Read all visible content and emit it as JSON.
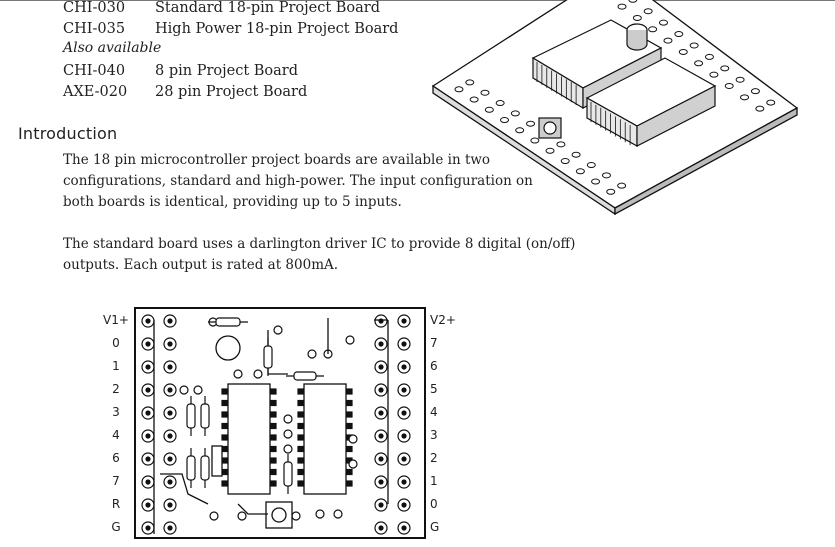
{
  "products": [
    {
      "code": "CHI-030",
      "desc": "Standard 18-pin Project Board"
    },
    {
      "code": "CHI-035",
      "desc": "High Power 18-pin Project Board"
    }
  ],
  "also_available": "Also available",
  "also_products": [
    {
      "code": "CHI-040",
      "desc": "8 pin Project Board"
    },
    {
      "code": "AXE-020",
      "desc": "28 pin Project Board"
    }
  ],
  "heading": "Introduction",
  "paragraph1": [
    "The 18 pin microcontroller project boards are available in two",
    "configurations, standard and high-power.  The input configuration on",
    "both boards is identical, providing up to 5 inputs."
  ],
  "paragraph2": [
    "The standard board uses a darlington driver IC to provide 8 digital (on/off)",
    "outputs. Each output is rated at 800mA."
  ],
  "diagram": {
    "left_labels": [
      "V1+",
      "0",
      "1",
      "2",
      "3",
      "4",
      "6",
      "7",
      "R",
      "G"
    ],
    "right_labels": [
      "V2+",
      "7",
      "6",
      "5",
      "4",
      "3",
      "2",
      "1",
      "0",
      "G"
    ]
  }
}
